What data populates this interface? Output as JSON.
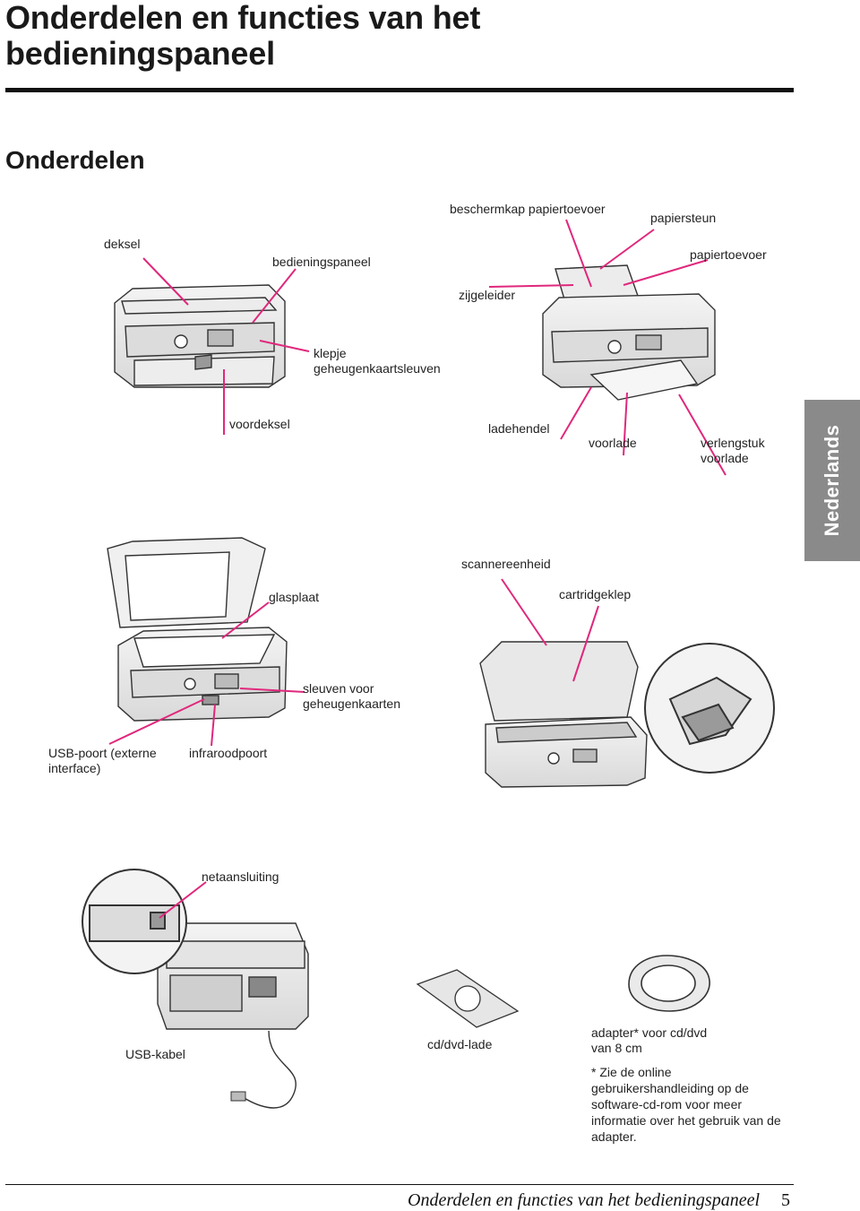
{
  "header": {
    "title_line1": "Onderdelen en functies van het",
    "title_line2": "bedieningspaneel",
    "section": "Onderdelen"
  },
  "side_tab": "Nederlands",
  "labels": {
    "deksel": "deksel",
    "bedieningspaneel": "bedieningspaneel",
    "beschermkap": "beschermkap papiertoevoer",
    "papiersteun": "papiersteun",
    "papiertoevoer": "papiertoevoer",
    "zijgeleider": "zijgeleider",
    "klepje_1": "klepje",
    "klepje_2": "geheugenkaartsleuven",
    "voordeksel": "voordeksel",
    "ladehendel": "ladehendel",
    "voorlade": "voorlade",
    "verlengstuk_1": "verlengstuk",
    "verlengstuk_2": "voorlade",
    "scannereenheid": "scannereenheid",
    "glasplaat": "glasplaat",
    "cartridgeklep": "cartridgeklep",
    "sleuven_1": "sleuven voor",
    "sleuven_2": "geheugenkaarten",
    "usb_poort_1": "USB-poort (externe",
    "usb_poort_2": "interface)",
    "infraroodpoort": "infraroodpoort",
    "netaansluiting": "netaansluiting",
    "usb_kabel": "USB-kabel",
    "cd_lade": "cd/dvd-lade",
    "adapter_1": "adapter* voor cd/dvd",
    "adapter_2": "van 8 cm"
  },
  "note": "* Zie de online gebruikershandleiding op de software-cd-rom voor meer informatie over het gebruik van de adapter.",
  "footer": {
    "title": "Onderdelen en functies van het bedieningspaneel",
    "page": "5"
  },
  "colors": {
    "leader": "#e0287c",
    "tab": "#8a8a8a",
    "outline": "#333333"
  }
}
